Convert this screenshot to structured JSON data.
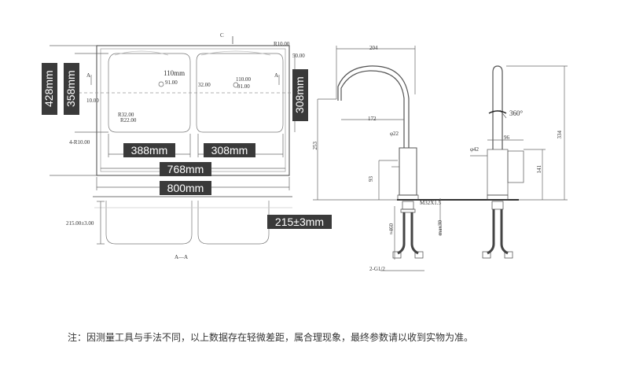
{
  "sink": {
    "section_mark": "C",
    "r_top": "R10.00",
    "dim_50": "50.00",
    "dim_10": "10.00",
    "r_left": "4-R10.00",
    "hole_1_label": "110mm",
    "hole_1_d": "91.00",
    "hole_1_offset": "32.00",
    "hole_2_label": "110.00",
    "hole_2_d": "91.00",
    "r32": "R32.00",
    "r22": "R22.00",
    "arrow_a_left": "A",
    "arrow_a_right": "A",
    "tag_depth": "428mm",
    "tag_inner_depth": "358mm",
    "tag_right_depth": "308mm",
    "tag_left_bowl": "388mm",
    "tag_right_bowl": "308mm",
    "tag_inner_width": "768mm",
    "tag_width": "800mm",
    "section_depth": "215.00±3.00",
    "tag_section_depth": "215±3mm",
    "section_label": "A—A"
  },
  "faucet_side": {
    "reach": "204",
    "inner_reach": "172",
    "spout_d": "φ22",
    "height": "253",
    "base_h": "93",
    "thread": "M32X1.5",
    "shank": "≈460",
    "max": "max30",
    "hose": "2-G1/2"
  },
  "faucet_front": {
    "rotation": "360°",
    "width": "96",
    "body_d": "φ42",
    "total_h": "334",
    "handle_h": "141"
  },
  "footnote": "注：因测量工具与手法不同，以上数据存在轻微差距，属合理现象，最终参数请以收到实物为准。"
}
